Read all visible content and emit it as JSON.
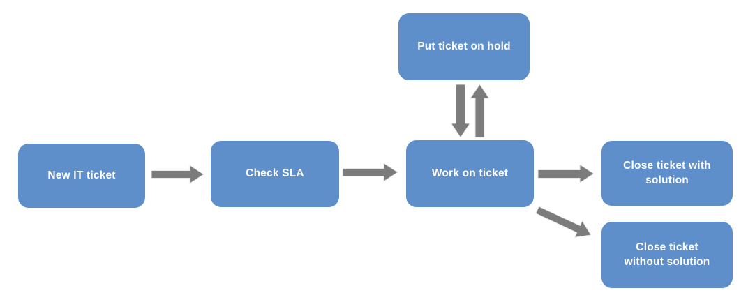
{
  "colors": {
    "canvas_bg": "#ffffff",
    "node_fill": "#5e8fcb",
    "node_text": "#ffffff",
    "arrow": "#7c7c7c"
  },
  "nodes": [
    {
      "id": "new-it-ticket",
      "label": "New IT ticket"
    },
    {
      "id": "check-sla",
      "label": "Check SLA"
    },
    {
      "id": "put-ticket-on-hold",
      "label": "Put ticket on hold"
    },
    {
      "id": "work-on-ticket",
      "label": "Work on ticket"
    },
    {
      "id": "close-ticket-with-solution",
      "lines": [
        "Close ticket with",
        "solution"
      ]
    },
    {
      "id": "close-ticket-without-solution",
      "lines": [
        "Close ticket",
        "without solution"
      ]
    }
  ],
  "edges": [
    {
      "from": "new-it-ticket",
      "to": "check-sla",
      "direction": "right"
    },
    {
      "from": "check-sla",
      "to": "work-on-ticket",
      "direction": "right"
    },
    {
      "from": "work-on-ticket",
      "to": "put-ticket-on-hold",
      "direction": "up"
    },
    {
      "from": "put-ticket-on-hold",
      "to": "work-on-ticket",
      "direction": "down"
    },
    {
      "from": "work-on-ticket",
      "to": "close-ticket-with-solution",
      "direction": "right"
    },
    {
      "from": "work-on-ticket",
      "to": "close-ticket-without-solution",
      "direction": "down-right"
    }
  ]
}
